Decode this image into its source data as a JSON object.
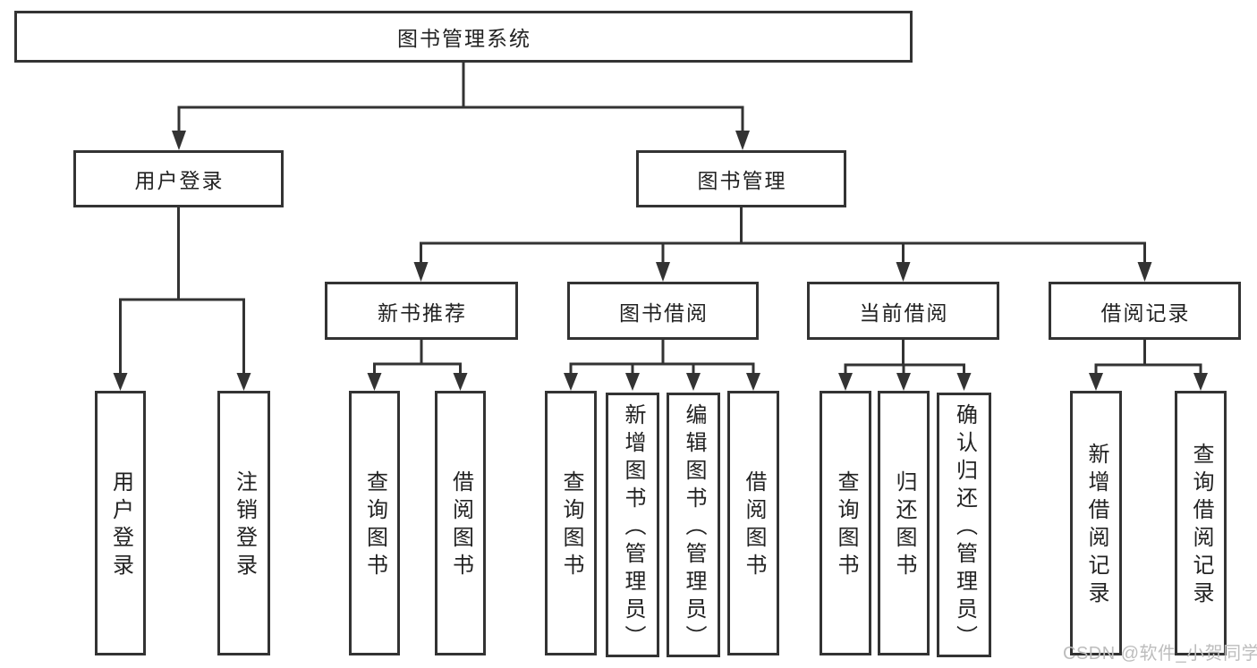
{
  "tree": {
    "label": "图书管理系统",
    "children": [
      {
        "label": "用户登录",
        "children": [
          {
            "label": "用户登录"
          },
          {
            "label": "注销登录"
          }
        ]
      },
      {
        "label": "图书管理",
        "children": [
          {
            "label": "新书推荐",
            "children": [
              {
                "label": "查询图书"
              },
              {
                "label": "借阅图书"
              }
            ]
          },
          {
            "label": "图书借阅",
            "children": [
              {
                "label": "查询图书"
              },
              {
                "label": "新增图书（管理员）"
              },
              {
                "label": "编辑图书（管理员）"
              },
              {
                "label": "借阅图书"
              }
            ]
          },
          {
            "label": "当前借阅",
            "children": [
              {
                "label": "查询图书"
              },
              {
                "label": "归还图书"
              },
              {
                "label": "确认归还（管理员）"
              }
            ]
          },
          {
            "label": "借阅记录",
            "children": [
              {
                "label": "新增借阅记录"
              },
              {
                "label": "查询借阅记录"
              }
            ]
          }
        ]
      }
    ]
  },
  "watermark": {
    "text": "CSDN @软件_小贺同学"
  },
  "colors": {
    "line": "#333333",
    "box_fill": "#ffffff",
    "text": "#222222",
    "watermark": "#bdbdbd",
    "background": "#ffffff"
  }
}
